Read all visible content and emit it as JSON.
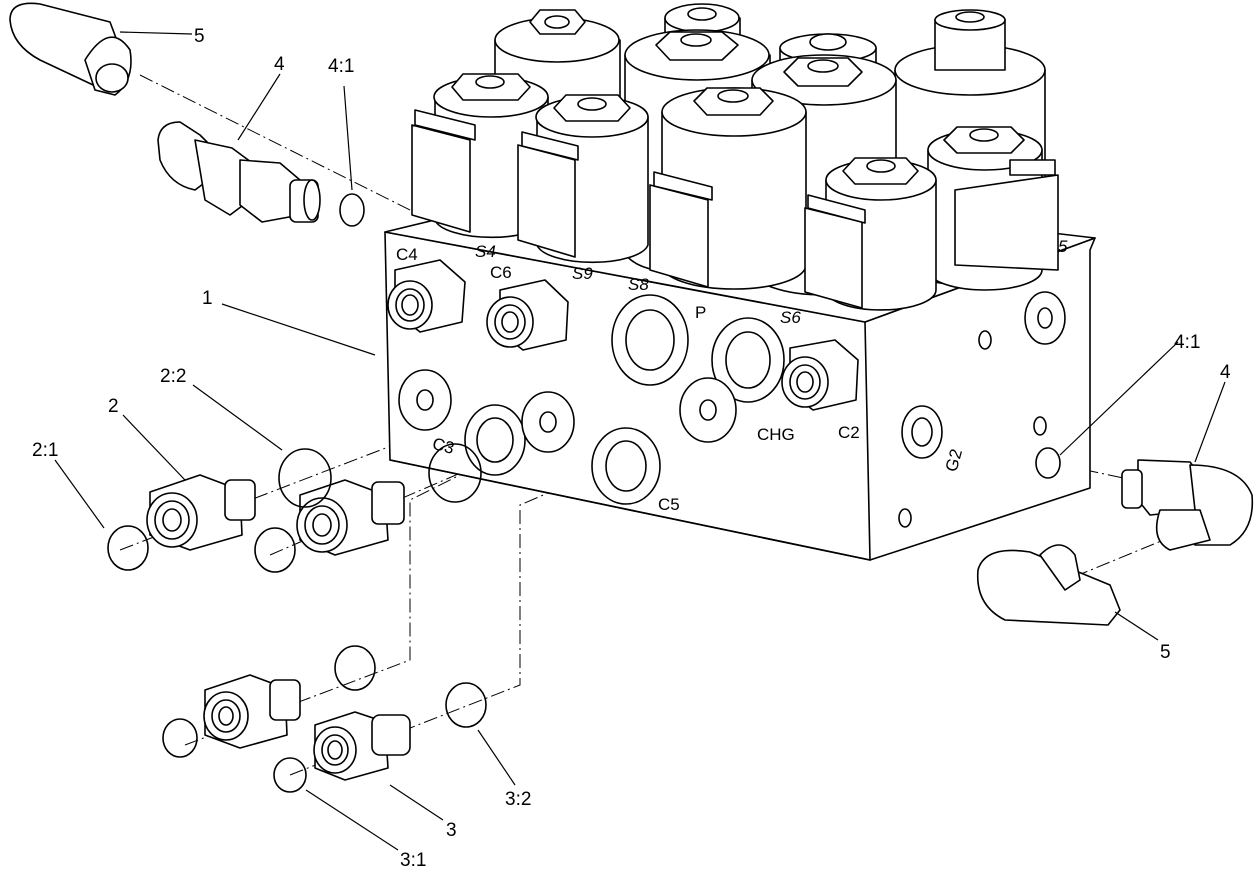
{
  "diagram": {
    "callouts": {
      "manifold": "1",
      "fitting_2": "2",
      "fitting_2_oring_1": "2:1",
      "fitting_2_oring_2": "2:2",
      "fitting_3": "3",
      "fitting_3_oring_1": "3:1",
      "fitting_3_oring_2": "3:2",
      "elbow_left": "4",
      "elbow_left_oring": "4:1",
      "elbow_right": "4",
      "elbow_right_oring": "4:1",
      "cap_left": "5",
      "cap_right": "5"
    },
    "ports": {
      "c4": "C4",
      "c6": "C6",
      "p": "P",
      "chg": "CHG",
      "c2": "C2",
      "c5": "C5",
      "g2": "G2",
      "c3": "C3",
      "s4": "S4",
      "s9": "S9",
      "s8": "S8",
      "s6": "S6",
      "s5": "5"
    }
  }
}
